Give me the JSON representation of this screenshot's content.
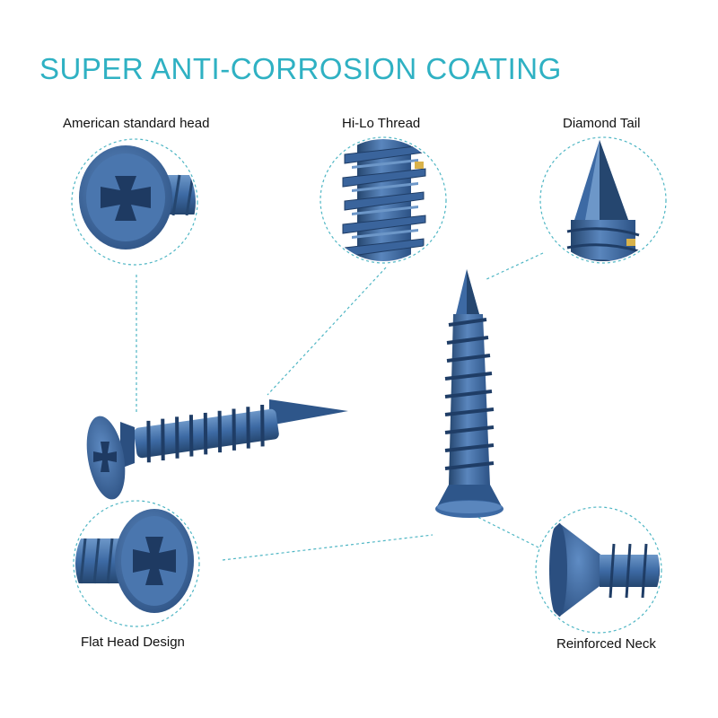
{
  "title": "SUPER ANTI-CORROSION COATING",
  "features": {
    "head": "American standard head",
    "thread": "Hi-Lo Thread",
    "tail": "Diamond Tail",
    "flat": "Flat Head Design",
    "neck": "Reinforced Neck"
  },
  "colors": {
    "title": "#2fb1c3",
    "screw": "#3d6aa4",
    "screw_dark": "#25466f",
    "screw_light": "#6d97c8",
    "dashed_line": "#4fb6c4"
  }
}
